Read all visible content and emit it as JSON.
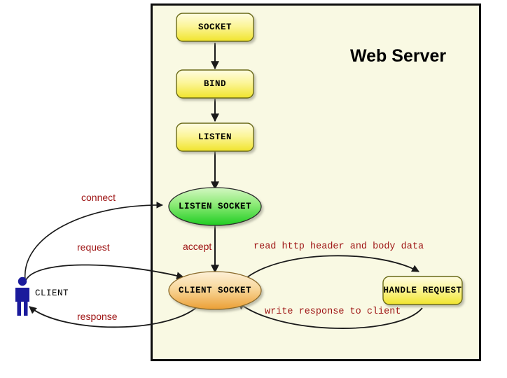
{
  "diagram": {
    "title": "Web Server",
    "server_box": {
      "fill": "#f8f8e0",
      "border": "#000000"
    },
    "nodes": [
      {
        "id": "socket",
        "label": "SOCKET",
        "shape": "rounded-rect",
        "fill_top": "#fdfbc8",
        "fill_bottom": "#f2e832"
      },
      {
        "id": "bind",
        "label": "BIND",
        "shape": "rounded-rect",
        "fill_top": "#fdfbc8",
        "fill_bottom": "#f2e832"
      },
      {
        "id": "listen",
        "label": "LISTEN",
        "shape": "rounded-rect",
        "fill_top": "#fdfbc8",
        "fill_bottom": "#f2e832"
      },
      {
        "id": "listen-socket",
        "label": "LISTEN SOCKET",
        "shape": "ellipse",
        "fill_top": "#c8f5b4",
        "fill_bottom": "#27d027"
      },
      {
        "id": "client-socket",
        "label": "CLIENT SOCKET",
        "shape": "ellipse",
        "fill_top": "#fbe7c0",
        "fill_bottom": "#eda23a"
      },
      {
        "id": "handle-request",
        "label": "HANDLE REQUEST",
        "shape": "rounded-rect",
        "fill_top": "#fdfbc8",
        "fill_bottom": "#f2e832"
      }
    ],
    "actor": {
      "id": "client",
      "label": "CLIENT",
      "color": "#1a1a9c"
    },
    "edge_labels": [
      {
        "id": "connect",
        "text": "connect",
        "style": "sans"
      },
      {
        "id": "request",
        "text": "request",
        "style": "sans"
      },
      {
        "id": "response",
        "text": "response",
        "style": "sans"
      },
      {
        "id": "accept",
        "text": "accept",
        "style": "sans"
      },
      {
        "id": "read",
        "text": "read http header and body data",
        "style": "mono"
      },
      {
        "id": "write",
        "text": "write response to client",
        "style": "mono"
      }
    ],
    "colors": {
      "annotation": "#9d1212",
      "arrow": "#1a1a1a",
      "actor": "#1a1a9c"
    }
  }
}
